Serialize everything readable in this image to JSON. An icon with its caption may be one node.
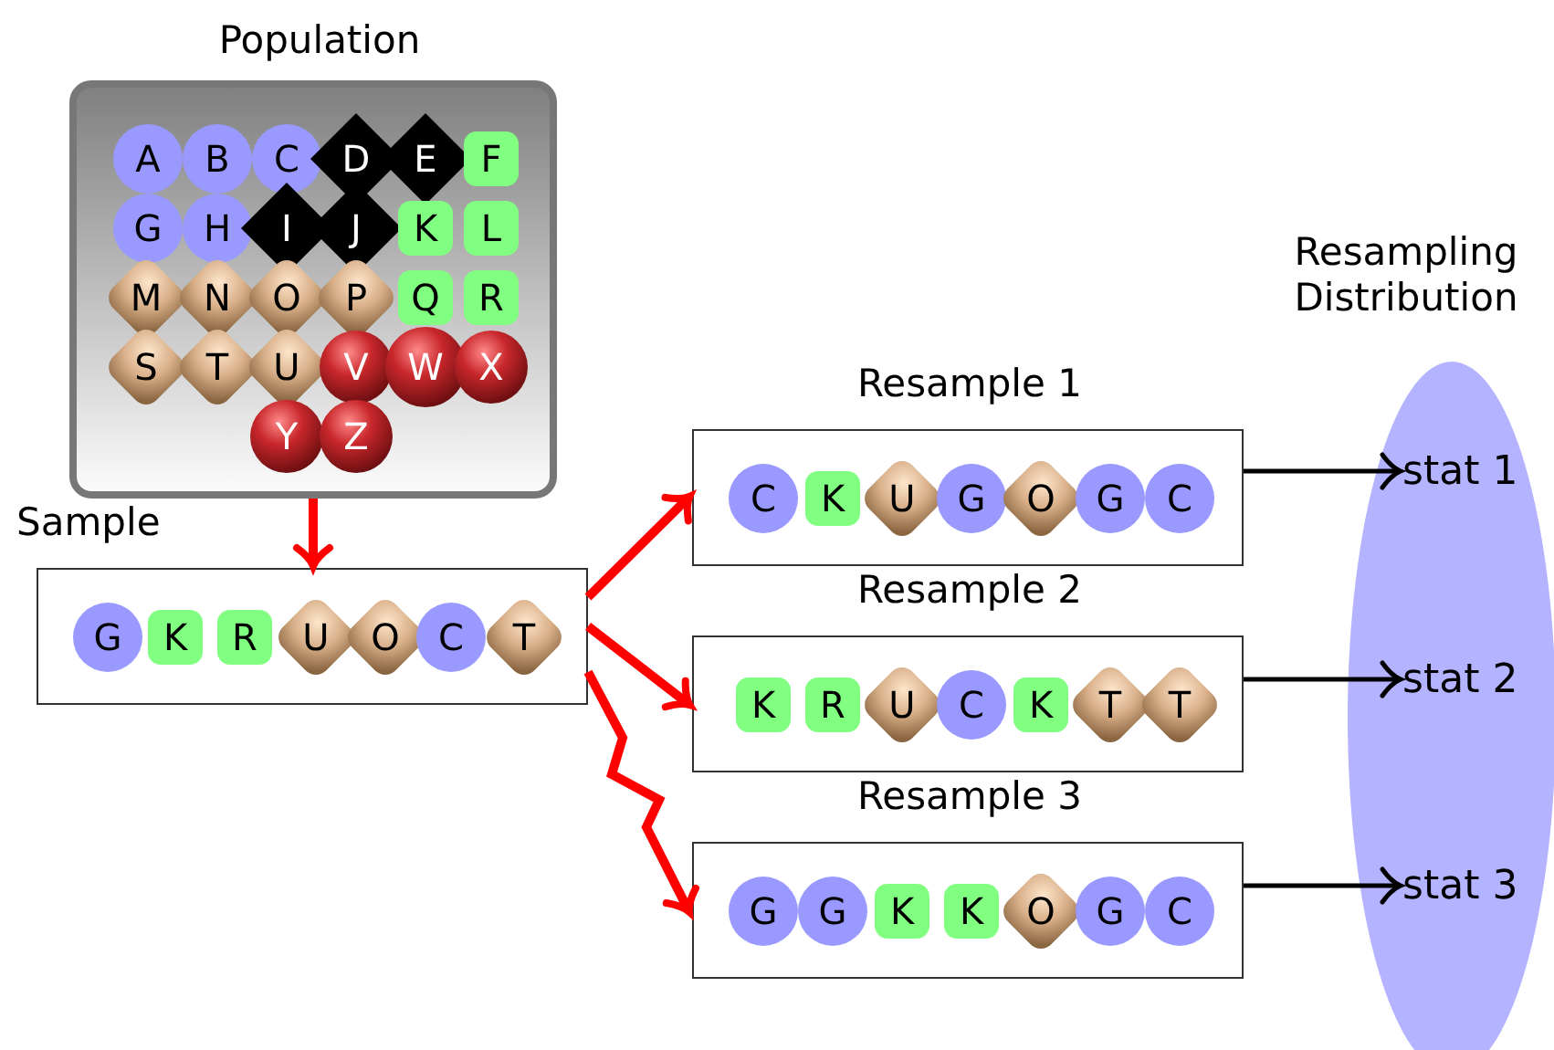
{
  "diagram": {
    "nodes": [
      {
        "text": [
          "Population"
        ]
      },
      {
        "text": [
          "A"
        ],
        "in": 0
      },
      {
        "text": [
          "B"
        ],
        "in": 0
      },
      {
        "text": [
          "C"
        ],
        "in": 0
      },
      {
        "text": [
          "D"
        ],
        "in": 0
      },
      {
        "text": [
          "E"
        ],
        "in": 0
      },
      {
        "text": [
          "F"
        ],
        "in": 0
      },
      {
        "text": [
          "G"
        ],
        "in": 0
      },
      {
        "text": [
          "H"
        ],
        "in": 0
      },
      {
        "text": [
          "I"
        ],
        "in": 0
      },
      {
        "text": [
          "J"
        ],
        "in": 0
      },
      {
        "text": [
          "K"
        ],
        "in": 0
      },
      {
        "text": [
          "L"
        ],
        "in": 0
      },
      {
        "text": [
          "M"
        ],
        "in": 0
      },
      {
        "text": [
          "N"
        ],
        "in": 0
      },
      {
        "text": [
          "O"
        ],
        "in": 0
      },
      {
        "text": [
          "P"
        ],
        "in": 0
      },
      {
        "text": [
          "Q"
        ],
        "in": 0
      },
      {
        "text": [
          "R"
        ],
        "in": 0
      },
      {
        "text": [
          "S"
        ],
        "in": 0
      },
      {
        "text": [
          "T"
        ],
        "in": 0
      },
      {
        "text": [
          "U"
        ],
        "in": 0
      },
      {
        "text": [
          "V"
        ],
        "in": 0
      },
      {
        "text": [
          "W"
        ],
        "in": 0
      },
      {
        "text": [
          "X"
        ],
        "in": 0
      },
      {
        "text": [
          "Y"
        ],
        "in": 0
      },
      {
        "text": [
          "Z"
        ],
        "in": 0
      },
      {
        "text": [
          "Sample"
        ]
      },
      {
        "text": [
          "G"
        ],
        "in": 27
      },
      {
        "text": [
          "K"
        ],
        "in": 27
      },
      {
        "text": [
          "R"
        ],
        "in": 27
      },
      {
        "text": [
          "U"
        ],
        "in": 27
      },
      {
        "text": [
          "O"
        ],
        "in": 27
      },
      {
        "text": [
          "C"
        ],
        "in": 27
      },
      {
        "text": [
          "T"
        ],
        "in": 27
      },
      {
        "text": [
          "Resample 1"
        ]
      },
      {
        "text": [
          "C"
        ],
        "in": 35
      },
      {
        "text": [
          "K"
        ],
        "in": 35
      },
      {
        "text": [
          "U"
        ],
        "in": 35
      },
      {
        "text": [
          "G"
        ],
        "in": 35
      },
      {
        "text": [
          "O"
        ],
        "in": 35
      },
      {
        "text": [
          "G"
        ],
        "in": 35
      },
      {
        "text": [
          "C"
        ],
        "in": 35
      },
      {
        "text": [
          "Resample 2"
        ]
      },
      {
        "text": [
          "K"
        ],
        "in": 43
      },
      {
        "text": [
          "R"
        ],
        "in": 43
      },
      {
        "text": [
          "U"
        ],
        "in": 43
      },
      {
        "text": [
          "C"
        ],
        "in": 43
      },
      {
        "text": [
          "K"
        ],
        "in": 43
      },
      {
        "text": [
          "T"
        ],
        "in": 43
      },
      {
        "text": [
          "T"
        ],
        "in": 43
      },
      {
        "text": [
          "Resample 3"
        ]
      },
      {
        "text": [
          "G"
        ],
        "in": 51
      },
      {
        "text": [
          "G"
        ],
        "in": 51
      },
      {
        "text": [
          "K"
        ],
        "in": 51
      },
      {
        "text": [
          "K"
        ],
        "in": 51
      },
      {
        "text": [
          "O"
        ],
        "in": 51
      },
      {
        "text": [
          "G"
        ],
        "in": 51
      },
      {
        "text": [
          "C"
        ],
        "in": 51
      },
      {
        "text": [
          "Resampling Distribution"
        ]
      },
      {
        "text": [
          "stat 1"
        ],
        "in": 59
      },
      {
        "text": [
          "stat 2"
        ],
        "in": 59
      },
      {
        "text": [
          "stat 3"
        ],
        "in": 59
      }
    ],
    "edges": [
      {
        "from": 0,
        "to": 27,
        "arrow": "to"
      },
      {
        "from": 27,
        "to": 35,
        "arrow": "to"
      },
      {
        "from": 27,
        "to": 43,
        "arrow": "to"
      },
      {
        "from": 27,
        "to": 51,
        "arrow": "to"
      },
      {
        "from": 35,
        "to": 60,
        "arrow": "to",
        "color": "#000000"
      },
      {
        "from": 43,
        "to": 61,
        "arrow": "to",
        "color": "#000000"
      },
      {
        "from": 51,
        "to": 62,
        "arrow": "to",
        "color": "#000000"
      }
    ]
  }
}
